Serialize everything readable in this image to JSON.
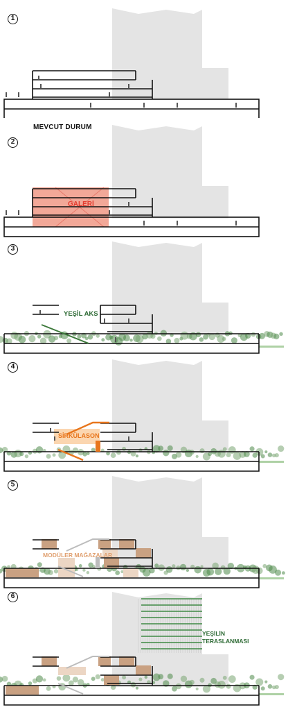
{
  "steps": [
    {
      "number": "1",
      "caption": "MEVCUT DURUM"
    },
    {
      "number": "2",
      "caption": "GALERİ"
    },
    {
      "number": "3",
      "caption": "YEŞİL AKS"
    },
    {
      "number": "4",
      "caption": "SİRKÜLASON"
    },
    {
      "number": "5",
      "caption": "MODÜLER MAĞAZALAR"
    },
    {
      "number": "6",
      "caption_line1": "YEŞİLİN",
      "caption_line2": "TERASLANMASI"
    }
  ],
  "colors": {
    "line": "#111111",
    "tower": "#e4e4e4",
    "tower_lines": "#c9c9c9",
    "gallery_fill": "#f2a898",
    "gallery_text": "#e33b2e",
    "green_text": "#2f6b36",
    "greenery": "#4f8a4a",
    "circulation": "#e8761c",
    "circulation_fill": "#fbd6b0",
    "module_fill": "#c9a182",
    "module_light": "#ecd6c4",
    "module_text": "#e0a070"
  }
}
